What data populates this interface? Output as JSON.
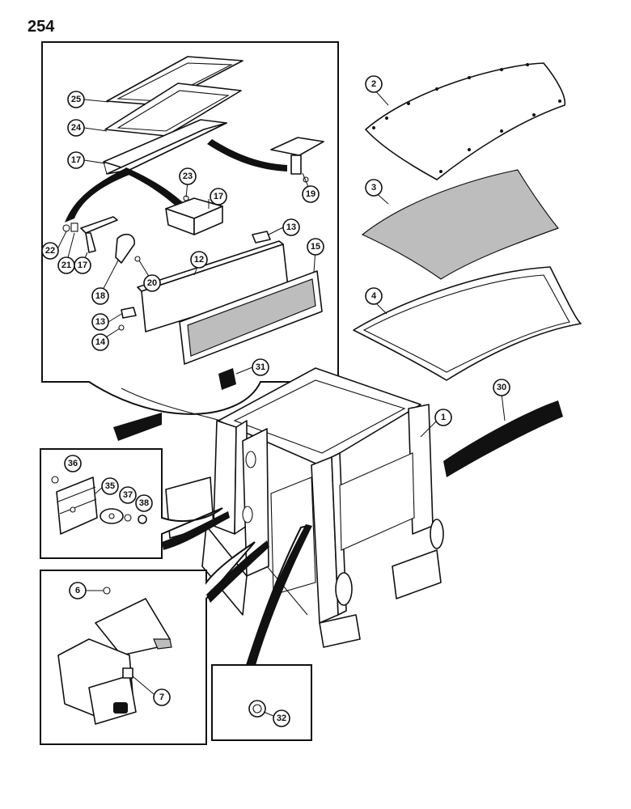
{
  "page": {
    "number": "254"
  },
  "callouts": {
    "c1": "1",
    "c2": "2",
    "c3": "3",
    "c4": "4",
    "c6": "6",
    "c7": "7",
    "c12": "12",
    "c13a": "13",
    "c13b": "13",
    "c14": "14",
    "c15": "15",
    "c17a": "17",
    "c17b": "17",
    "c17c": "17",
    "c18": "18",
    "c19": "19",
    "c20": "20",
    "c21": "21",
    "c22": "22",
    "c23": "23",
    "c24": "24",
    "c25": "25",
    "c30": "30",
    "c31": "31",
    "c32": "32",
    "c35": "35",
    "c36": "36",
    "c37": "37",
    "c38": "38"
  }
}
